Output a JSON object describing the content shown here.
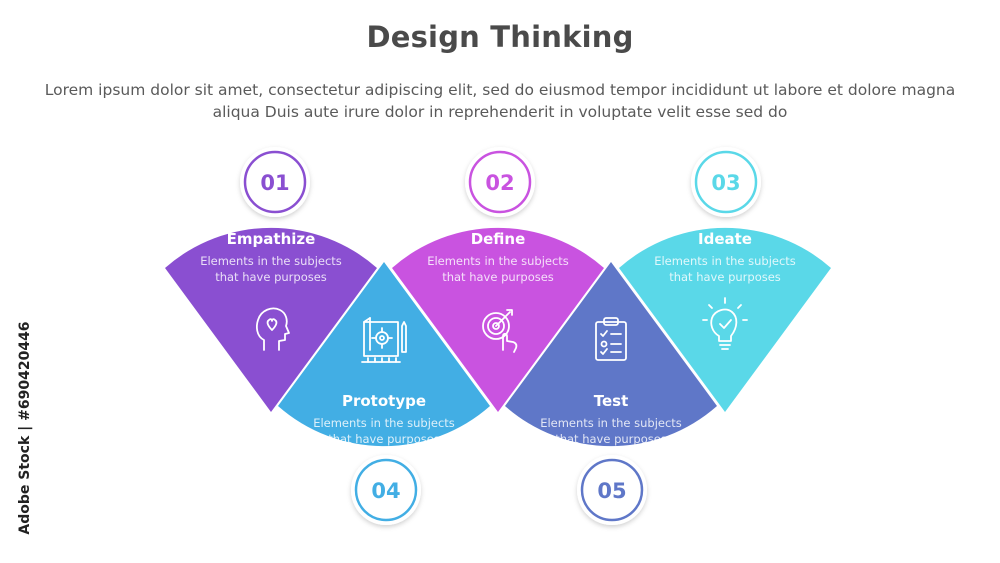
{
  "title": "Design Thinking",
  "subtitle": "Lorem ipsum dolor sit amet, consectetur adipiscing elit, sed do eiusmod tempor incididunt ut labore et dolore magna aliqua Duis aute irure dolor in reprehenderit in voluptate velit esse sed do",
  "steps": [
    {
      "number": "01",
      "title": "Empathize",
      "desc": "Elements in the subjects that have purposes",
      "color": "#8a4fd1",
      "icon": "head-heart-icon"
    },
    {
      "number": "02",
      "title": "Define",
      "desc": "Elements in the subjects that have purposes",
      "color": "#c953e0",
      "icon": "target-hand-icon"
    },
    {
      "number": "03",
      "title": "Ideate",
      "desc": "Elements in the subjects that have purposes",
      "color": "#5ad8e8",
      "icon": "lightbulb-icon"
    },
    {
      "number": "04",
      "title": "Prototype",
      "desc": "Elements in the subjects that have purposes",
      "color": "#42aee4",
      "icon": "blueprint-icon"
    },
    {
      "number": "05",
      "title": "Test",
      "desc": "Elements in the subjects that have purposes",
      "color": "#5f77c8",
      "icon": "clipboard-checklist-icon"
    }
  ],
  "watermark": "Adobe Stock | #690420446"
}
